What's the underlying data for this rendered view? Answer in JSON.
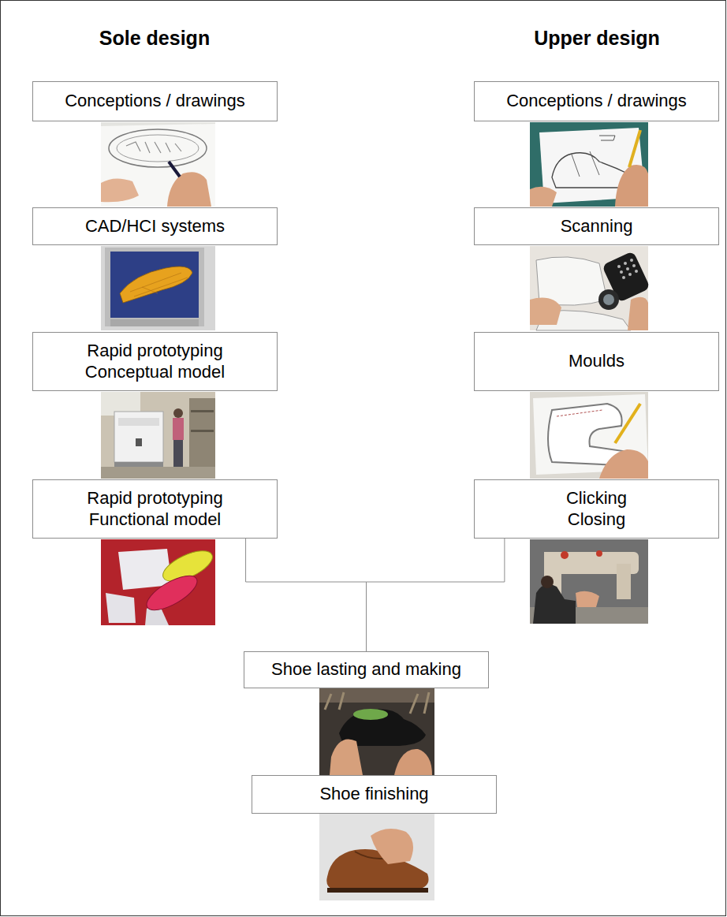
{
  "diagram": {
    "nodes": [
      {
        "text": [
          "Conceptions / drawings"
        ]
      },
      {
        "text": [
          "CAD/HCI systems"
        ]
      },
      {
        "text": [
          "Rapid prototyping Conceptual model"
        ]
      },
      {
        "text": [
          "Rapid prototyping Functional model"
        ]
      },
      {
        "text": [
          "Conceptions / drawings"
        ]
      },
      {
        "text": [
          "Scanning"
        ]
      },
      {
        "text": [
          "Moulds"
        ]
      },
      {
        "text": [
          "Clicking Closing"
        ]
      },
      {
        "text": [
          "Shoe lasting and making"
        ]
      },
      {
        "text": [
          "Shoe finishing"
        ]
      }
    ],
    "edges": [
      {
        "from": 3,
        "to": 8,
        "arrow": "none"
      },
      {
        "from": 7,
        "to": 8,
        "arrow": "none"
      }
    ],
    "labels": [
      "Sole design",
      "Upper design"
    ]
  }
}
